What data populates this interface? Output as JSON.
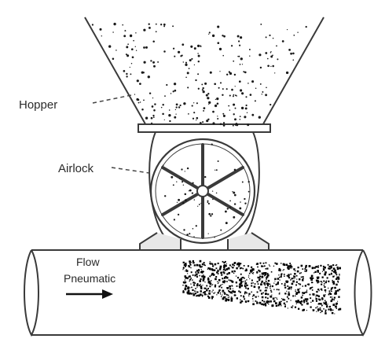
{
  "diagram": {
    "labels": {
      "hopper": "Hopper",
      "airlock": "Airlock",
      "flow": "Flow",
      "pneumatic": "Pneumatic"
    },
    "colors": {
      "line": "#3a3a3a",
      "label": "#2a2a2a",
      "particle": "#1a1a1a",
      "background": "#ffffff"
    }
  }
}
